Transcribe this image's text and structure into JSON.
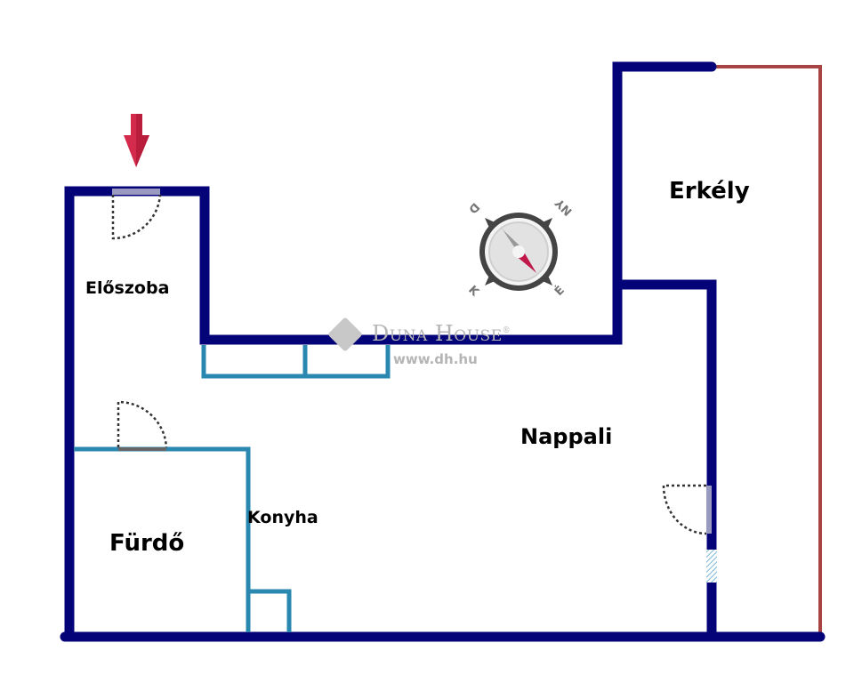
{
  "rooms": {
    "eloszoba": "Előszoba",
    "erkely": "Erkély",
    "nappali": "Nappali",
    "furdo": "Fürdő",
    "konyha": "Konyha"
  },
  "watermark": {
    "brand": "Duna House",
    "registered": "®",
    "url": "www.dh.hu"
  },
  "compass": {
    "north": "É",
    "south": "D",
    "east": "K",
    "west": "NY",
    "top_left_letter": "D",
    "top_right_letter": "NY",
    "bottom_left_letter": "K",
    "bottom_right_letter": "É"
  },
  "colors": {
    "exterior_wall": "#040478",
    "interior_wall": "#2a88b0",
    "balcony_railing": "#a84444",
    "entrance_arrow": "#d42a4c",
    "door_panel": "#9a9ac0"
  }
}
